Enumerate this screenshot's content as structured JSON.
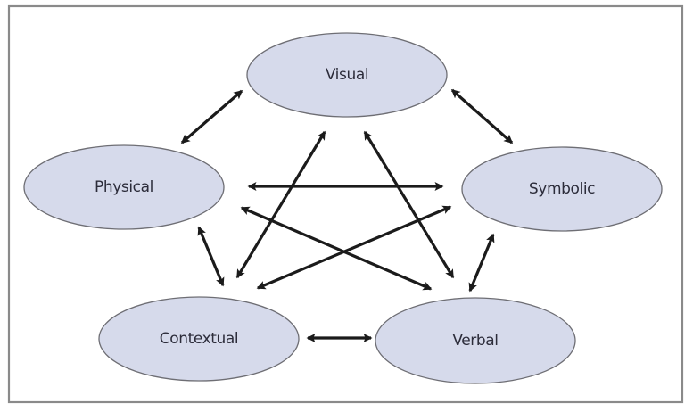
{
  "diagram": {
    "type": "bidirectional-relationship-network",
    "colors": {
      "node_fill": "#d6daeb",
      "node_stroke": "#6e6e74",
      "arrow": "#1b1b1b",
      "frame": "#8a8a8a",
      "background": "#ffffff"
    },
    "nodes": [
      {
        "id": "visual",
        "label": "Visual"
      },
      {
        "id": "physical",
        "label": "Physical"
      },
      {
        "id": "symbolic",
        "label": "Symbolic"
      },
      {
        "id": "contextual",
        "label": "Contextual"
      },
      {
        "id": "verbal",
        "label": "Verbal"
      }
    ],
    "edges": [
      {
        "from": "physical",
        "to": "visual",
        "direction": "both"
      },
      {
        "from": "visual",
        "to": "symbolic",
        "direction": "both"
      },
      {
        "from": "physical",
        "to": "symbolic",
        "direction": "both"
      },
      {
        "from": "visual",
        "to": "contextual",
        "direction": "both"
      },
      {
        "from": "visual",
        "to": "verbal",
        "direction": "both"
      },
      {
        "from": "physical",
        "to": "verbal",
        "direction": "both"
      },
      {
        "from": "symbolic",
        "to": "contextual",
        "direction": "both"
      },
      {
        "from": "physical",
        "to": "contextual",
        "direction": "both"
      },
      {
        "from": "symbolic",
        "to": "verbal",
        "direction": "both"
      },
      {
        "from": "contextual",
        "to": "verbal",
        "direction": "both"
      }
    ]
  }
}
